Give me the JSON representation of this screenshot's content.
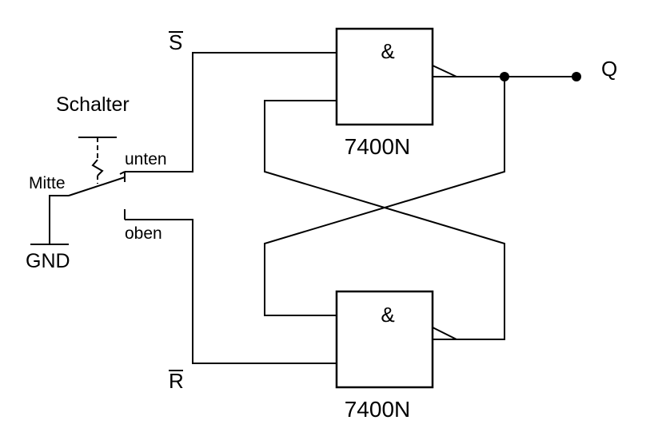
{
  "labels": {
    "s_bar": "S",
    "r_bar": "R",
    "q": "Q",
    "switch": "Schalter",
    "mitte": "Mitte",
    "gnd": "GND",
    "unten": "unten",
    "oben": "oben"
  },
  "gates": [
    {
      "symbol": "&",
      "part": "7400N"
    },
    {
      "symbol": "&",
      "part": "7400N"
    }
  ],
  "colors": {
    "ink": "#000000",
    "background": "#ffffff"
  }
}
